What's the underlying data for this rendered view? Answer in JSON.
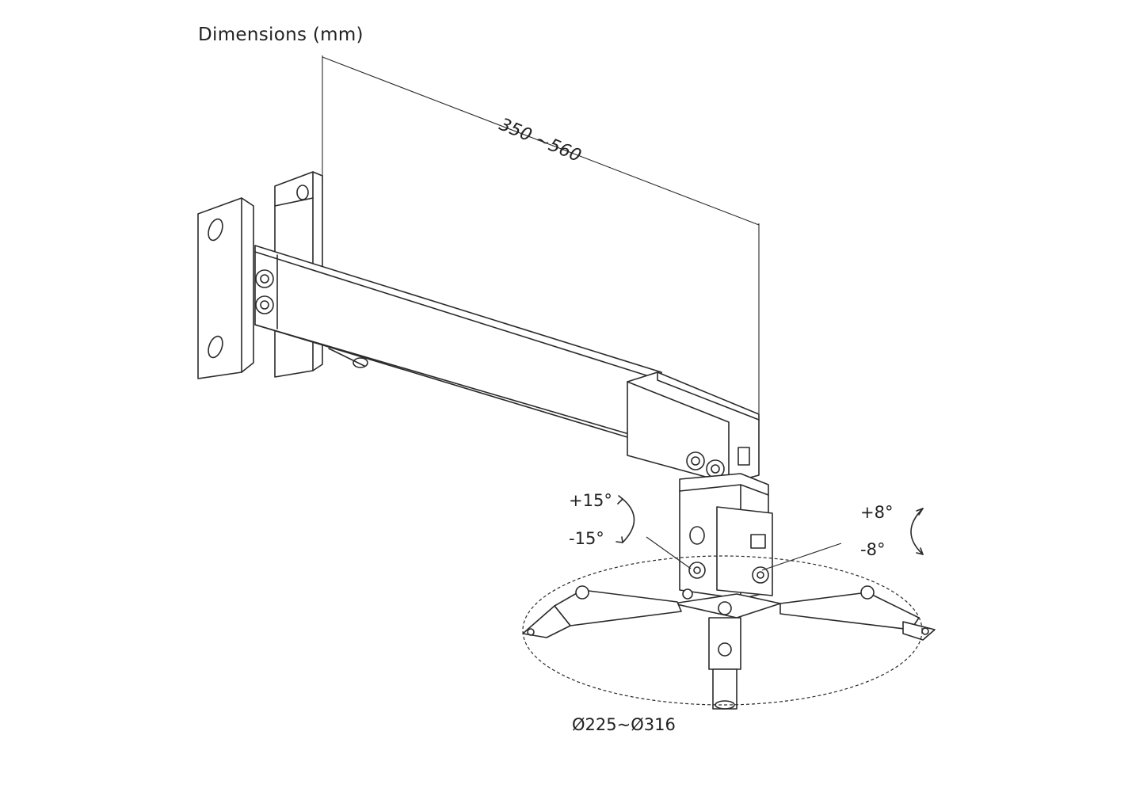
{
  "diagram": {
    "title": "Dimensions (mm)",
    "arm_length": "350 ~560",
    "tilt": {
      "up": "+15°",
      "down": "-15°"
    },
    "swivel": {
      "up": "+8°",
      "down": "-8°"
    },
    "mount_range": "Ø225~Ø316"
  },
  "colors": {
    "line": "#2a2a2a",
    "text": "#222222",
    "background": "#ffffff"
  },
  "icons": [
    "wall-plate-icon",
    "telescopic-arm-icon",
    "tilt-arrow-icon",
    "swivel-arrow-icon",
    "spider-bracket-icon"
  ]
}
